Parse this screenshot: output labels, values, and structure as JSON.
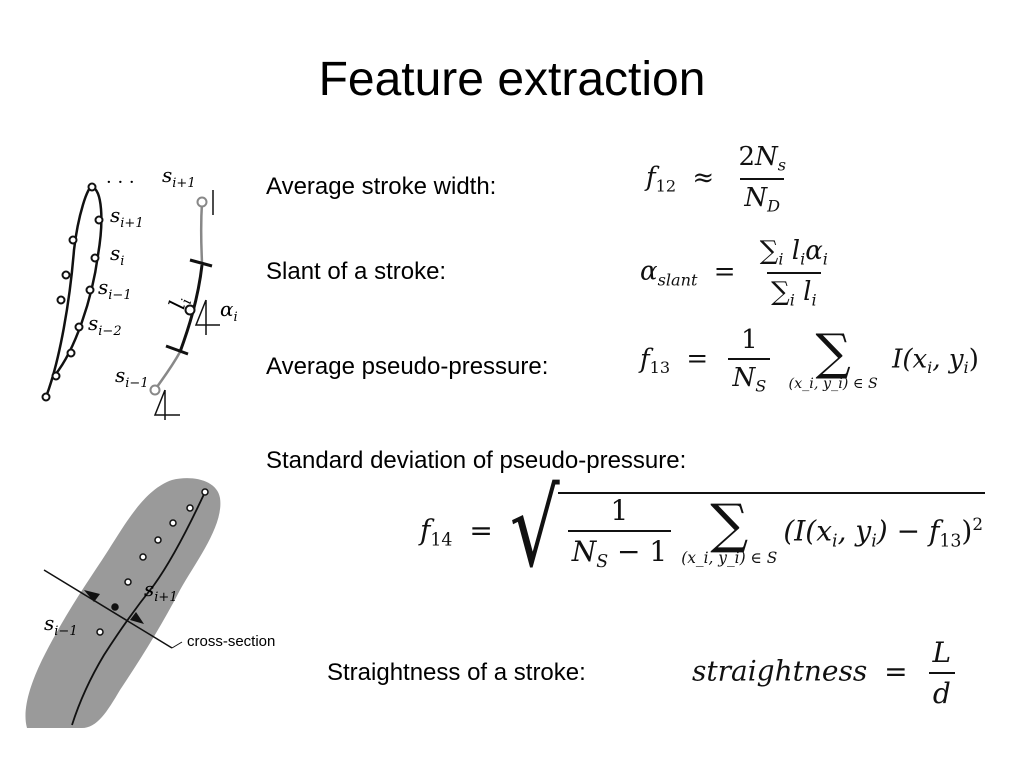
{
  "slide": {
    "title": "Feature extraction"
  },
  "features": {
    "stroke_width": {
      "label": "Average stroke width:",
      "formula": {
        "lhs": "f",
        "lhs_sub": "12",
        "op": "≈",
        "num_coef": "2",
        "num_var": "N",
        "num_sub": "s",
        "den_var": "N",
        "den_sub": "D"
      }
    },
    "slant": {
      "label": "Slant of a stroke:",
      "formula": {
        "lhs": "α",
        "lhs_sub": "slant",
        "op": "=",
        "num_sigma": "∑",
        "num_sigma_sub": "i",
        "num_term": "l",
        "num_term_sub": "i",
        "num_term2": "α",
        "num_term2_sub": "i",
        "den_sigma": "∑",
        "den_sigma_sub": "i",
        "den_term": "l",
        "den_term_sub": "i"
      }
    },
    "pressure": {
      "label": "Average pseudo-pressure:",
      "formula": {
        "lhs": "f",
        "lhs_sub": "13",
        "op": "=",
        "num": "1",
        "den_var": "N",
        "den_sub": "S",
        "sigma": "∑",
        "sigma_under": "(x_i, y_i) ∈ S",
        "term": "I(x",
        "term_sub1": "i",
        "term_mid": ", y",
        "term_sub2": "i",
        "term_end": ")"
      }
    },
    "pressure_std": {
      "label": "Standard deviation of pseudo-pressure:",
      "formula": {
        "lhs": "f",
        "lhs_sub": "14",
        "op": "=",
        "num": "1",
        "den_var": "N",
        "den_sub": "S",
        "den_rest": " − 1",
        "sigma": "∑",
        "sigma_under": "(x_i, y_i) ∈ S",
        "term_start": "(I(x",
        "term_sub1": "i",
        "term_mid": ", y",
        "term_sub2": "i",
        "term_minus": ") − f",
        "term_sub3": "13",
        "term_end": ")",
        "exponent": "2"
      }
    },
    "straightness": {
      "label": "Straightness of a stroke:",
      "formula": {
        "lhs": "straightness",
        "op": "=",
        "num": "L",
        "den": "d"
      }
    }
  },
  "diagrams": {
    "top": {
      "labels": {
        "dots": "· · ·",
        "s_i_plus_1_a": "s",
        "s_i_plus_1_a_sub": "i+1",
        "s_i": "s",
        "s_i_sub": "i",
        "s_i_minus_1": "s",
        "s_i_minus_1_sub": "i−1",
        "s_i_minus_2": "s",
        "s_i_minus_2_sub": "i−2",
        "s_i_plus_1_b": "s",
        "s_i_plus_1_b_sub": "i+1",
        "s_i_minus_1_b": "s",
        "s_i_minus_1_b_sub": "i−1",
        "length": "l",
        "length_sub": "i",
        "angle": "α",
        "angle_sub": "i"
      }
    },
    "bottom": {
      "labels": {
        "s_i_plus_1": "s",
        "s_i_plus_1_sub": "i+1",
        "s_i_minus_1": "s",
        "s_i_minus_1_sub": "i−1",
        "cross_section": "cross-section"
      },
      "colors": {
        "ink": "#9a9a9a"
      }
    }
  }
}
